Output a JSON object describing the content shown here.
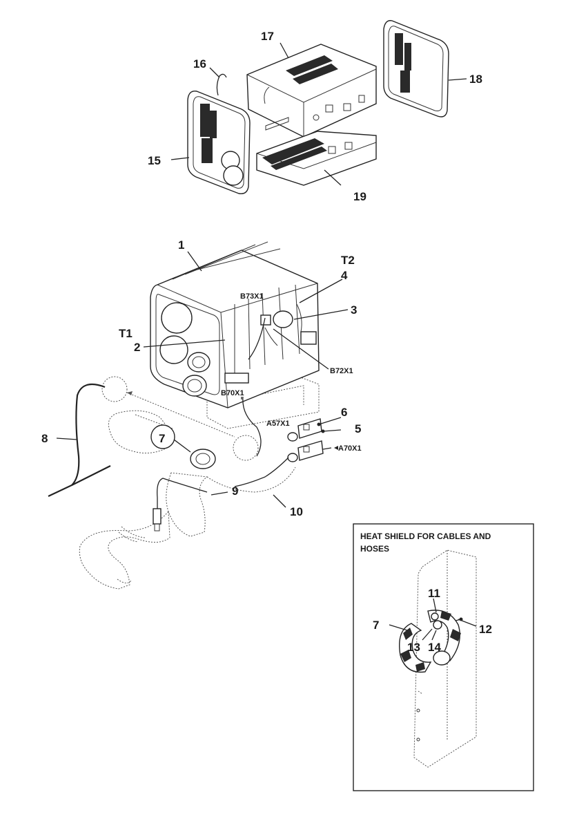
{
  "callouts": {
    "c1": "1",
    "c2": "2",
    "c3": "3",
    "c4": "4",
    "c5": "5",
    "c6": "6",
    "c7": "7",
    "c8": "8",
    "c9": "9",
    "c10": "10",
    "c15": "15",
    "c16": "16",
    "c17": "17",
    "c18": "18",
    "c19": "19",
    "t1": "T1",
    "t2": "T2"
  },
  "connectors": {
    "b73x1": "B73X1",
    "b72x1": "B72X1",
    "b70x1": "B70X1",
    "a57x1": "A57X1",
    "a70x1": "A70X1"
  },
  "inset": {
    "title_line1": "HEAT SHIELD FOR CABLES AND",
    "title_line2": "HOSES",
    "c7": "7",
    "c11": "11",
    "c12": "12",
    "c13": "13",
    "c14": "14"
  }
}
